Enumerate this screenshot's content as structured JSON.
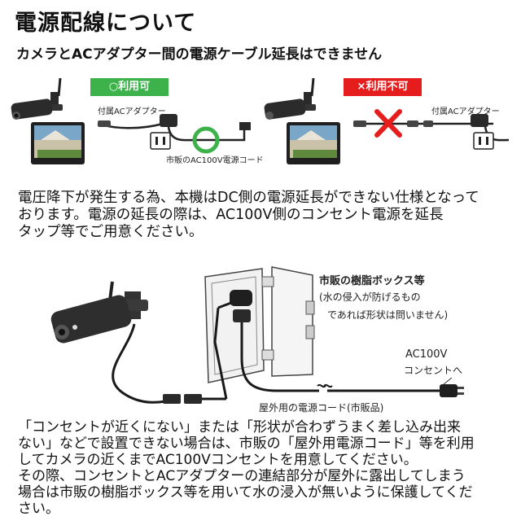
{
  "title": "電源配線について",
  "subtitle": "カメラとACアダプター間の電源ケーブル延長はできません",
  "panel_ok": {
    "badge": "○利用可",
    "adapter_label": "付属ACアダプター",
    "cord_label": "市販のAC100V電源コード"
  },
  "panel_ng": {
    "badge": "×利用不可",
    "adapter_label": "付属ACアダプター"
  },
  "paragraph1": [
    "電圧降下が発生する為、本機はDC側の電源延長ができない仕様となって",
    "おります。電源の延長の際は、AC100V側のコンセント電源を延長",
    "タップ等でご用意ください。"
  ],
  "diagram": {
    "box_title": "市販の樹脂ボックス等",
    "box_note_line1": "(水の侵入が防げるもの",
    "box_note_line2": "であれば形状は問いません)",
    "ac_label_line1": "AC100V",
    "ac_label_line2": "コンセントへ",
    "cord_label": "屋外用の電源コード(市販品)"
  },
  "paragraph2": [
    "「コンセントが近くにない」または「形状が合わずうまく差し込み出来",
    "ない」などで設置できない場合は、市販の「屋外用電源コード」等を利用",
    "してカメラの近くまでAC100Vコンセントを用意してください。",
    "その際、コンセントとACアダプターの連結部分が屋外に露出してしまう",
    "場合は市販の樹脂ボックス等を用いて水の浸入が無いように保護してくだ",
    "さい。"
  ],
  "colors": {
    "ok": "#3db24b",
    "ng": "#e51d1d",
    "text": "#111111"
  },
  "icons": [
    "camera-icon",
    "monitor-icon",
    "ac-adapter-icon",
    "power-plug-icon",
    "ok-circle-icon",
    "ng-cross-icon",
    "resin-box-icon"
  ]
}
